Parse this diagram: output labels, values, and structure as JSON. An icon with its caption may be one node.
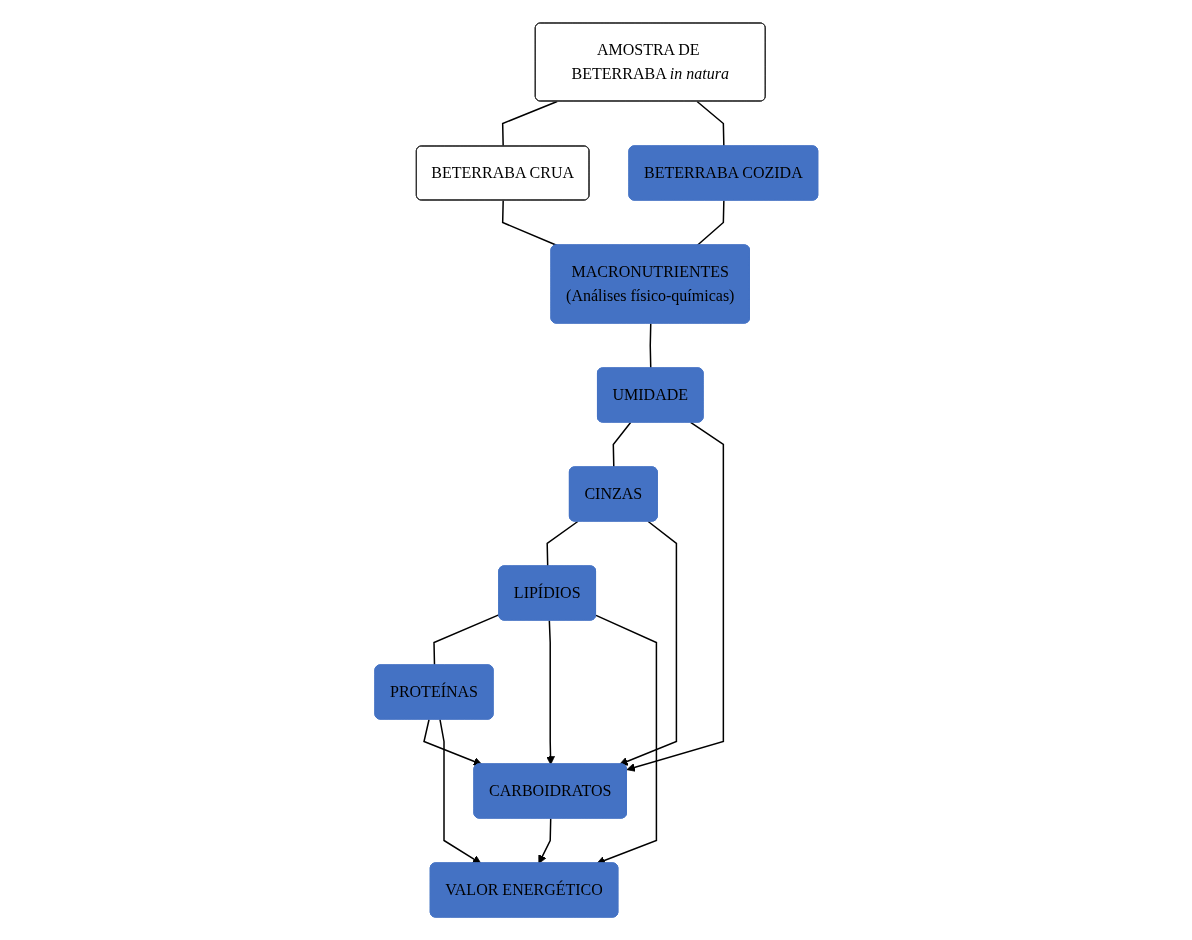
{
  "diagram": {
    "nodes": [
      {
        "text": [
          "AMOSTRA DE BETERRABA *in natura*"
        ]
      },
      {
        "text": [
          "BETERRABA CRUA"
        ]
      },
      {
        "text": [
          "BETERRABA COZIDA"
        ]
      },
      {
        "text": [
          "MACRONUTRIENTES",
          "(Análises físico-químicas)"
        ]
      },
      {
        "text": [
          "UMIDADE"
        ]
      },
      {
        "text": [
          "CINZAS"
        ]
      },
      {
        "text": [
          "LIPÍDIOS"
        ]
      },
      {
        "text": [
          "PROTEÍNAS"
        ]
      },
      {
        "text": [
          "CARBOIDRATOS"
        ]
      },
      {
        "text": [
          "VALOR ENERGÉTICO"
        ]
      }
    ],
    "edges": [
      {
        "from": 0,
        "to": 1,
        "arrow": "none"
      },
      {
        "from": 0,
        "to": 2,
        "arrow": "none"
      },
      {
        "from": 1,
        "to": 3,
        "arrow": "none"
      },
      {
        "from": 2,
        "to": 3,
        "arrow": "none"
      },
      {
        "from": 3,
        "to": 4,
        "arrow": "none"
      },
      {
        "from": 4,
        "to": 5,
        "arrow": "none"
      },
      {
        "from": 5,
        "to": 6,
        "arrow": "none"
      },
      {
        "from": 6,
        "to": 7,
        "arrow": "none"
      },
      {
        "from": 4,
        "to": 8,
        "arrow": "to"
      },
      {
        "from": 5,
        "to": 8,
        "arrow": "to"
      },
      {
        "from": 6,
        "to": 8,
        "arrow": "to"
      },
      {
        "from": 7,
        "to": 8,
        "arrow": "to"
      },
      {
        "from": 6,
        "to": 9,
        "arrow": "to"
      },
      {
        "from": 7,
        "to": 9,
        "arrow": "to"
      },
      {
        "from": 8,
        "to": 9,
        "arrow": "to"
      }
    ]
  }
}
